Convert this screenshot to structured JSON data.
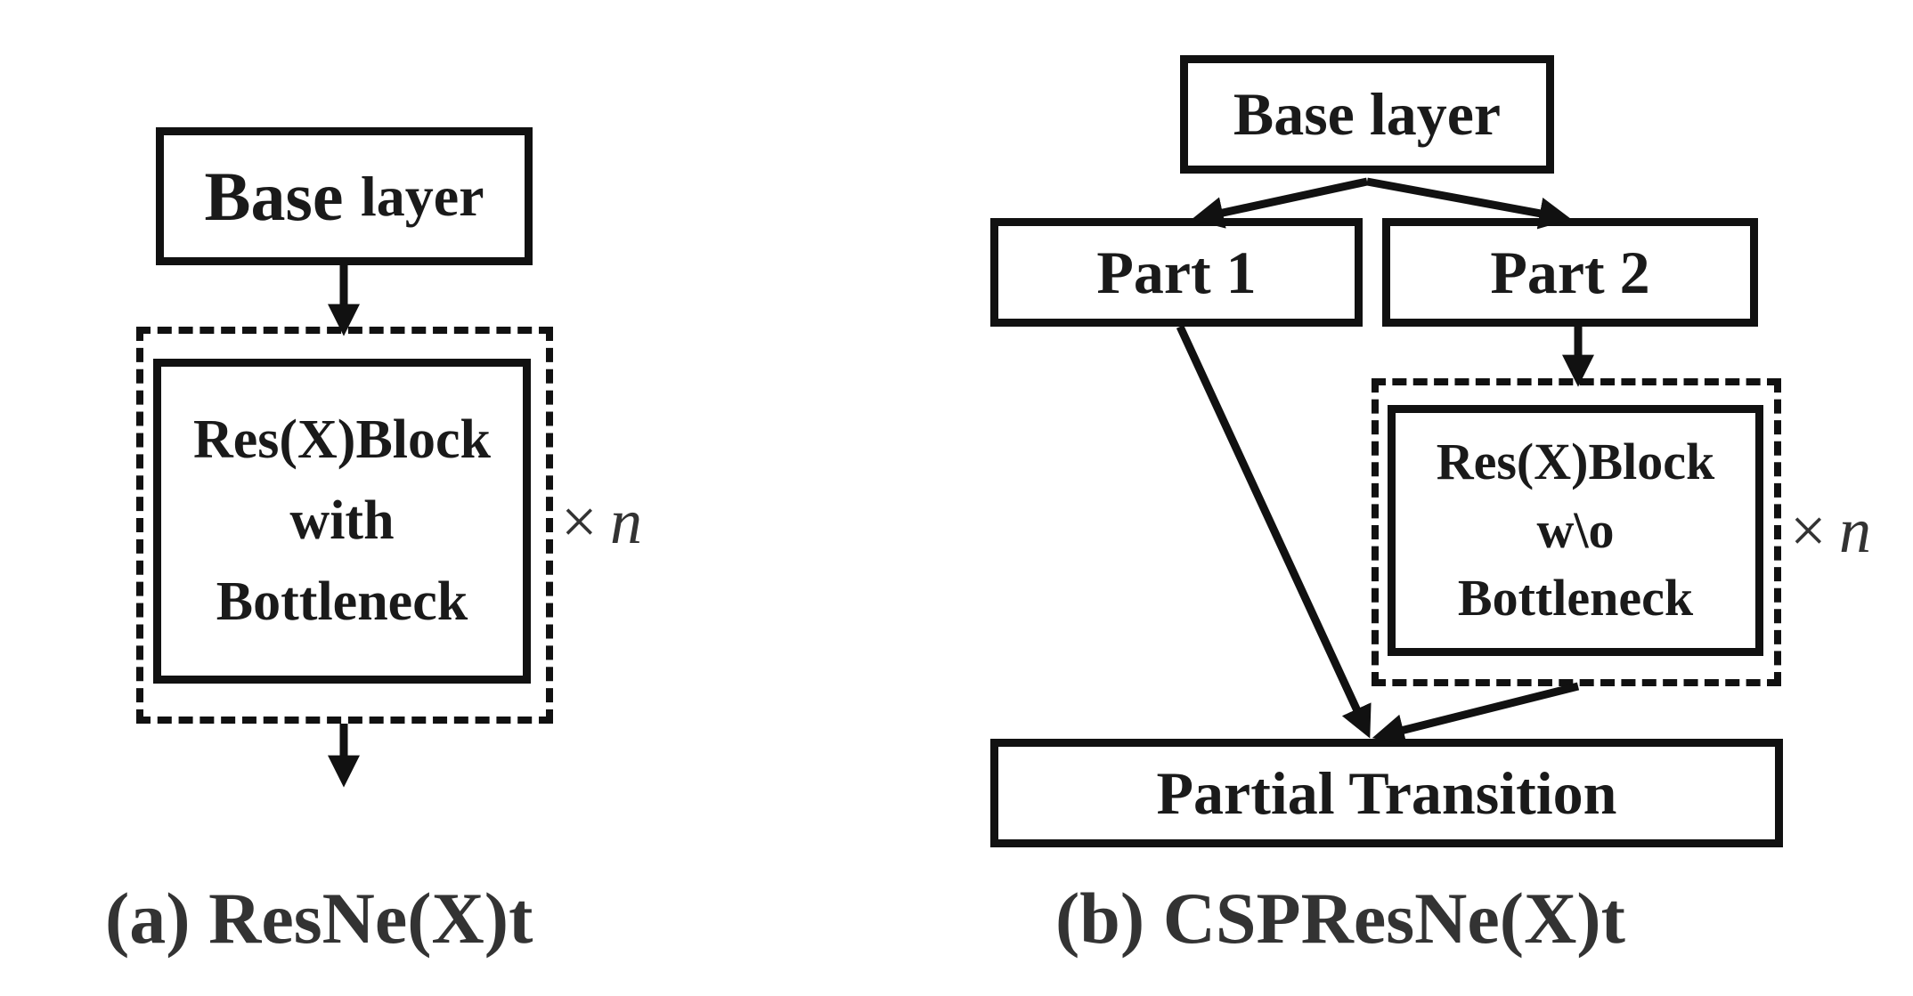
{
  "panel_a": {
    "base_layer": "Base layer",
    "base_word": "Base",
    "layer_word": "layer",
    "block_lines": [
      "Res(X)Block",
      "with",
      "Bottleneck"
    ],
    "repeat_symbol": "×",
    "repeat_var": "n",
    "caption": "(a) ResNe(X)t"
  },
  "panel_b": {
    "base_layer": "Base layer",
    "part1": "Part 1",
    "part2": "Part 2",
    "block_lines": [
      "Res(X)Block",
      "w\\o",
      "Bottleneck"
    ],
    "repeat_symbol": "×",
    "repeat_var": "n",
    "transition": "Partial Transition",
    "caption": "(b) CSPResNe(X)t"
  },
  "colors": {
    "stroke": "#111111",
    "text": "#1a1a1a"
  }
}
